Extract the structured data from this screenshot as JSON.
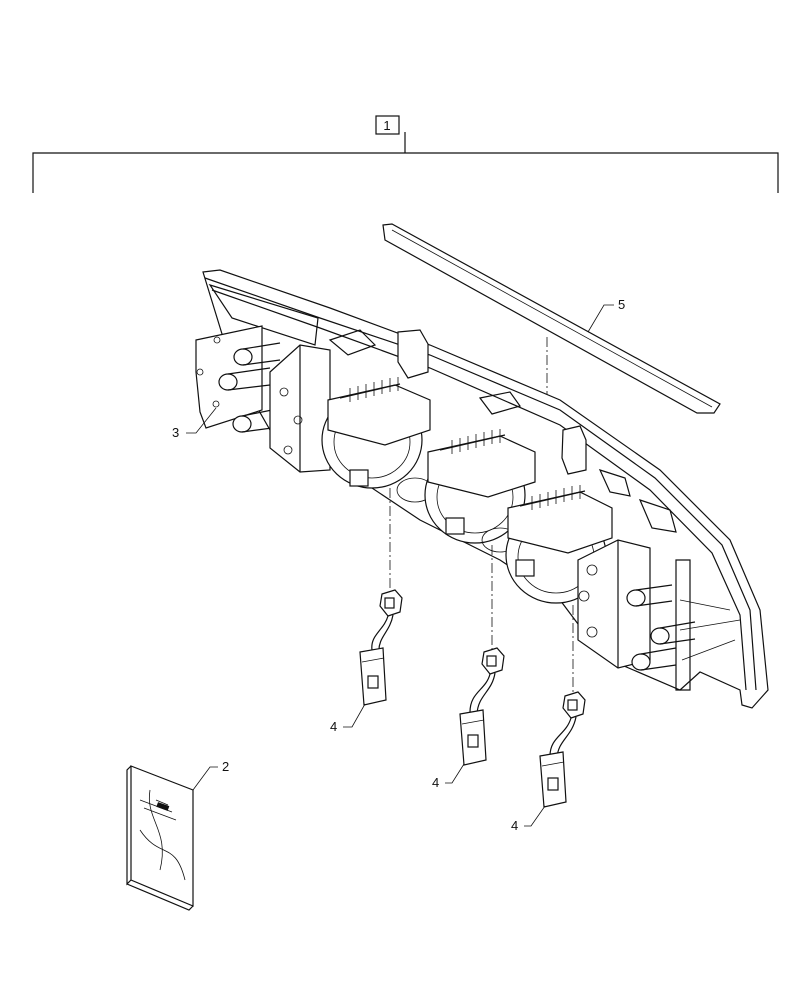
{
  "callouts": {
    "assembly": "1",
    "manual": "2",
    "bracket": "3",
    "harness_a": "4",
    "harness_b": "4",
    "harness_c": "4",
    "strip": "5"
  },
  "colors": {
    "line": "#111111",
    "background": "#ffffff"
  }
}
